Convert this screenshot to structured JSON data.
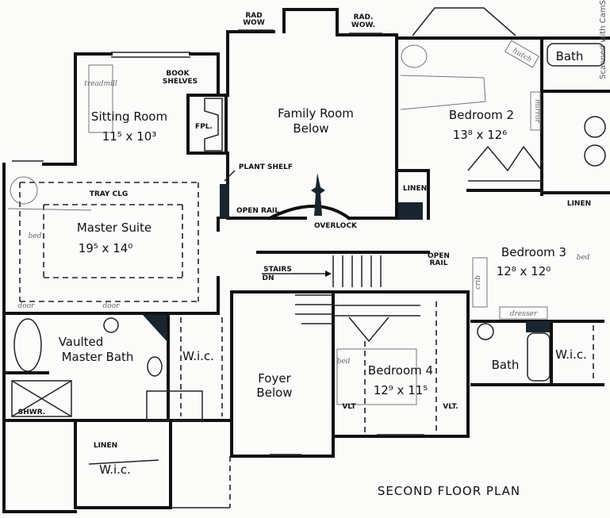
{
  "title": "SECOND FLOOR PLAN",
  "scanner_note": "Scanned with CamScanner",
  "rooms": {
    "sitting_room": {
      "name": "Sitting Room",
      "size": "11⁵ x 10³"
    },
    "family_room": {
      "name": "Family Room",
      "sub": "Below"
    },
    "bedroom2": {
      "name": "Bedroom 2",
      "size": "13⁸ x 12⁶"
    },
    "master_suite": {
      "name": "Master Suite",
      "size": "19⁵ x 14⁰"
    },
    "bedroom3": {
      "name": "Bedroom 3",
      "size": "12⁸ x 12⁰"
    },
    "master_bath": {
      "name": "Vaulted",
      "sub": "Master Bath"
    },
    "wic_master": {
      "name": "W.i.c."
    },
    "foyer": {
      "name": "Foyer",
      "sub": "Below"
    },
    "bedroom4": {
      "name": "Bedroom 4",
      "size": "12⁹ x 11⁵"
    },
    "bath_right": {
      "name": "Bath"
    },
    "wic_right": {
      "name": "W.i.c."
    },
    "wic_lower": {
      "name": "W.i.c."
    },
    "bath_top": {
      "name": "Bath"
    }
  },
  "labels": {
    "rad_wow_left": [
      "RAD",
      "WOW"
    ],
    "rad_wow_right": [
      "RAD.",
      "WOW."
    ],
    "book_shelves": [
      "BOOK",
      "SHELVES"
    ],
    "fpl": "FPL.",
    "plant_shelf": "PLANT SHELF",
    "tray_clg": "TRAY CLG",
    "open_rail_left": "OPEN RAIL",
    "overlook": "OVERLOCK",
    "open_rail_right": [
      "OPEN",
      "RAIL"
    ],
    "stairs_dn": [
      "STAIRS",
      "DN"
    ],
    "linen_b2": "LINEN",
    "linen_right": "LINEN",
    "linen_lower": "LINEN",
    "shwr": "SHWR.",
    "vlt_left": "VLT",
    "vlt_right": "VLT."
  },
  "handwritten": {
    "sitting": "treadmill",
    "master_bed": "bed",
    "door1": "door",
    "door2": "door",
    "hutch": "hutch",
    "mirror": "mirror",
    "crib": "crib",
    "bed3": "bed",
    "dresser": "dresser",
    "bed4": "bed"
  }
}
